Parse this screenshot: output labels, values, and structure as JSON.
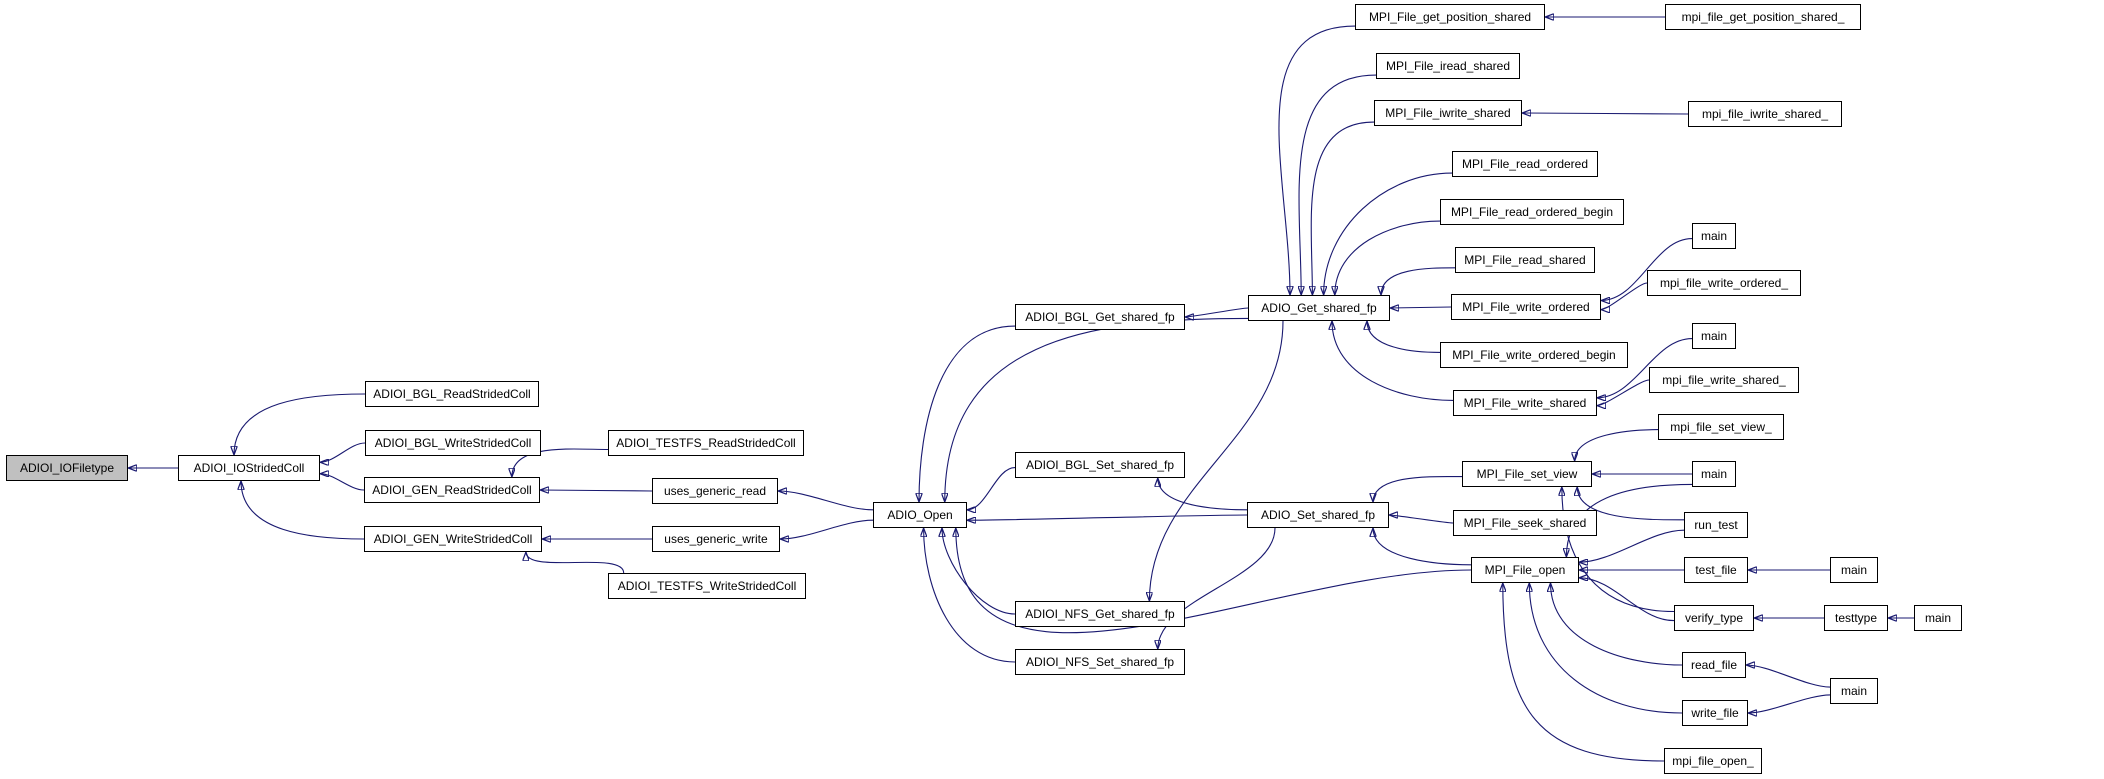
{
  "diagram": {
    "type": "caller-graph",
    "root_label": "ADIOI_IOFiletype",
    "colors": {
      "edge": "#191970",
      "node_fill": "#ffffff",
      "node_border": "#000000",
      "root_fill": "#c0c0c0",
      "background": "#ffffff"
    },
    "nodes": [
      {
        "id": "ADIOI_IOFiletype",
        "label": "ADIOI_IOFiletype",
        "root": true
      },
      {
        "id": "ADIOI_IOStridedColl",
        "label": "ADIOI_IOStridedColl"
      },
      {
        "id": "ADIOI_BGL_ReadStridedColl",
        "label": "ADIOI_BGL_ReadStridedColl"
      },
      {
        "id": "ADIOI_BGL_WriteStridedColl",
        "label": "ADIOI_BGL_WriteStridedColl"
      },
      {
        "id": "ADIOI_GEN_ReadStridedColl",
        "label": "ADIOI_GEN_ReadStridedColl"
      },
      {
        "id": "ADIOI_GEN_WriteStridedColl",
        "label": "ADIOI_GEN_WriteStridedColl"
      },
      {
        "id": "ADIOI_TESTFS_ReadStridedColl",
        "label": "ADIOI_TESTFS_ReadStridedColl"
      },
      {
        "id": "uses_generic_read",
        "label": "uses_generic_read"
      },
      {
        "id": "uses_generic_write",
        "label": "uses_generic_write"
      },
      {
        "id": "ADIOI_TESTFS_WriteStridedColl",
        "label": "ADIOI_TESTFS_WriteStridedColl"
      },
      {
        "id": "ADIO_Open",
        "label": "ADIO_Open"
      },
      {
        "id": "ADIOI_BGL_Get_shared_fp",
        "label": "ADIOI_BGL_Get_shared_fp"
      },
      {
        "id": "ADIO_Get_shared_fp",
        "label": "ADIO_Get_shared_fp"
      },
      {
        "id": "ADIOI_BGL_Set_shared_fp",
        "label": "ADIOI_BGL_Set_shared_fp"
      },
      {
        "id": "ADIO_Set_shared_fp",
        "label": "ADIO_Set_shared_fp"
      },
      {
        "id": "ADIOI_NFS_Get_shared_fp",
        "label": "ADIOI_NFS_Get_shared_fp"
      },
      {
        "id": "ADIOI_NFS_Set_shared_fp",
        "label": "ADIOI_NFS_Set_shared_fp"
      },
      {
        "id": "MPI_File_get_position_shared",
        "label": "MPI_File_get_position_shared"
      },
      {
        "id": "mpi_file_get_position_shared_",
        "label": "mpi_file_get_position_shared_"
      },
      {
        "id": "MPI_File_iread_shared",
        "label": "MPI_File_iread_shared"
      },
      {
        "id": "MPI_File_iwrite_shared",
        "label": "MPI_File_iwrite_shared"
      },
      {
        "id": "mpi_file_iwrite_shared_",
        "label": "mpi_file_iwrite_shared_"
      },
      {
        "id": "MPI_File_read_ordered",
        "label": "MPI_File_read_ordered"
      },
      {
        "id": "MPI_File_read_ordered_begin",
        "label": "MPI_File_read_ordered_begin"
      },
      {
        "id": "main_wo",
        "label": "main"
      },
      {
        "id": "MPI_File_read_shared",
        "label": "MPI_File_read_shared"
      },
      {
        "id": "mpi_file_write_ordered_",
        "label": "mpi_file_write_ordered_"
      },
      {
        "id": "MPI_File_write_ordered",
        "label": "MPI_File_write_ordered"
      },
      {
        "id": "MPI_File_write_ordered_begin",
        "label": "MPI_File_write_ordered_begin"
      },
      {
        "id": "main_ws",
        "label": "main"
      },
      {
        "id": "mpi_file_write_shared_",
        "label": "mpi_file_write_shared_"
      },
      {
        "id": "MPI_File_write_shared",
        "label": "MPI_File_write_shared"
      },
      {
        "id": "mpi_file_set_view_",
        "label": "mpi_file_set_view_"
      },
      {
        "id": "MPI_File_set_view",
        "label": "MPI_File_set_view"
      },
      {
        "id": "main_sv",
        "label": "main"
      },
      {
        "id": "MPI_File_seek_shared",
        "label": "MPI_File_seek_shared"
      },
      {
        "id": "run_test",
        "label": "run_test"
      },
      {
        "id": "MPI_File_open",
        "label": "MPI_File_open"
      },
      {
        "id": "test_file",
        "label": "test_file"
      },
      {
        "id": "main_tf",
        "label": "main"
      },
      {
        "id": "verify_type",
        "label": "verify_type"
      },
      {
        "id": "testtype",
        "label": "testtype"
      },
      {
        "id": "main_tt",
        "label": "main"
      },
      {
        "id": "read_file",
        "label": "read_file"
      },
      {
        "id": "main_rw",
        "label": "main"
      },
      {
        "id": "write_file",
        "label": "write_file"
      },
      {
        "id": "mpi_file_open_",
        "label": "mpi_file_open_"
      }
    ],
    "edges": [
      {
        "from": "ADIOI_IOStridedColl",
        "to": "ADIOI_IOFiletype"
      },
      {
        "from": "ADIOI_BGL_ReadStridedColl",
        "to": "ADIOI_IOStridedColl"
      },
      {
        "from": "ADIOI_BGL_WriteStridedColl",
        "to": "ADIOI_IOStridedColl"
      },
      {
        "from": "ADIOI_GEN_ReadStridedColl",
        "to": "ADIOI_IOStridedColl"
      },
      {
        "from": "ADIOI_GEN_WriteStridedColl",
        "to": "ADIOI_IOStridedColl"
      },
      {
        "from": "ADIOI_TESTFS_ReadStridedColl",
        "to": "ADIOI_GEN_ReadStridedColl"
      },
      {
        "from": "uses_generic_read",
        "to": "ADIOI_GEN_ReadStridedColl"
      },
      {
        "from": "uses_generic_write",
        "to": "ADIOI_GEN_WriteStridedColl"
      },
      {
        "from": "ADIOI_TESTFS_WriteStridedColl",
        "to": "ADIOI_GEN_WriteStridedColl"
      },
      {
        "from": "ADIO_Open",
        "to": "uses_generic_read"
      },
      {
        "from": "ADIO_Open",
        "to": "uses_generic_write"
      },
      {
        "from": "ADIOI_BGL_Get_shared_fp",
        "to": "ADIO_Open"
      },
      {
        "from": "ADIO_Get_shared_fp",
        "to": "ADIO_Open"
      },
      {
        "from": "ADIO_Get_shared_fp",
        "to": "ADIOI_BGL_Get_shared_fp"
      },
      {
        "from": "ADIO_Get_shared_fp",
        "to": "ADIOI_NFS_Get_shared_fp"
      },
      {
        "from": "ADIOI_BGL_Set_shared_fp",
        "to": "ADIO_Open"
      },
      {
        "from": "ADIO_Set_shared_fp",
        "to": "ADIO_Open"
      },
      {
        "from": "ADIO_Set_shared_fp",
        "to": "ADIOI_BGL_Set_shared_fp"
      },
      {
        "from": "ADIO_Set_shared_fp",
        "to": "ADIOI_NFS_Set_shared_fp"
      },
      {
        "from": "ADIOI_NFS_Get_shared_fp",
        "to": "ADIO_Open"
      },
      {
        "from": "ADIOI_NFS_Set_shared_fp",
        "to": "ADIO_Open"
      },
      {
        "from": "MPI_File_open",
        "to": "ADIO_Open"
      },
      {
        "from": "MPI_File_get_position_shared",
        "to": "ADIO_Get_shared_fp"
      },
      {
        "from": "MPI_File_iread_shared",
        "to": "ADIO_Get_shared_fp"
      },
      {
        "from": "MPI_File_iwrite_shared",
        "to": "ADIO_Get_shared_fp"
      },
      {
        "from": "MPI_File_read_ordered",
        "to": "ADIO_Get_shared_fp"
      },
      {
        "from": "MPI_File_read_ordered_begin",
        "to": "ADIO_Get_shared_fp"
      },
      {
        "from": "MPI_File_read_shared",
        "to": "ADIO_Get_shared_fp"
      },
      {
        "from": "MPI_File_write_ordered",
        "to": "ADIO_Get_shared_fp"
      },
      {
        "from": "MPI_File_write_ordered_begin",
        "to": "ADIO_Get_shared_fp"
      },
      {
        "from": "MPI_File_write_shared",
        "to": "ADIO_Get_shared_fp"
      },
      {
        "from": "mpi_file_get_position_shared_",
        "to": "MPI_File_get_position_shared"
      },
      {
        "from": "mpi_file_iwrite_shared_",
        "to": "MPI_File_iwrite_shared"
      },
      {
        "from": "main_wo",
        "to": "MPI_File_write_ordered"
      },
      {
        "from": "mpi_file_write_ordered_",
        "to": "MPI_File_write_ordered"
      },
      {
        "from": "main_ws",
        "to": "MPI_File_write_shared"
      },
      {
        "from": "mpi_file_write_shared_",
        "to": "MPI_File_write_shared"
      },
      {
        "from": "mpi_file_set_view_",
        "to": "MPI_File_set_view"
      },
      {
        "from": "main_sv",
        "to": "MPI_File_set_view"
      },
      {
        "from": "run_test",
        "to": "MPI_File_set_view"
      },
      {
        "from": "verify_type",
        "to": "MPI_File_set_view"
      },
      {
        "from": "main_sv",
        "to": "MPI_File_open"
      },
      {
        "from": "run_test",
        "to": "MPI_File_open"
      },
      {
        "from": "test_file",
        "to": "MPI_File_open"
      },
      {
        "from": "verify_type",
        "to": "MPI_File_open"
      },
      {
        "from": "read_file",
        "to": "MPI_File_open"
      },
      {
        "from": "write_file",
        "to": "MPI_File_open"
      },
      {
        "from": "mpi_file_open_",
        "to": "MPI_File_open"
      },
      {
        "from": "main_tf",
        "to": "test_file"
      },
      {
        "from": "testtype",
        "to": "verify_type"
      },
      {
        "from": "main_tt",
        "to": "testtype"
      },
      {
        "from": "main_rw",
        "to": "read_file"
      },
      {
        "from": "main_rw",
        "to": "write_file"
      },
      {
        "from": "MPI_File_set_view",
        "to": "ADIO_Set_shared_fp"
      },
      {
        "from": "MPI_File_seek_shared",
        "to": "ADIO_Set_shared_fp"
      },
      {
        "from": "MPI_File_open",
        "to": "ADIO_Set_shared_fp"
      }
    ]
  }
}
